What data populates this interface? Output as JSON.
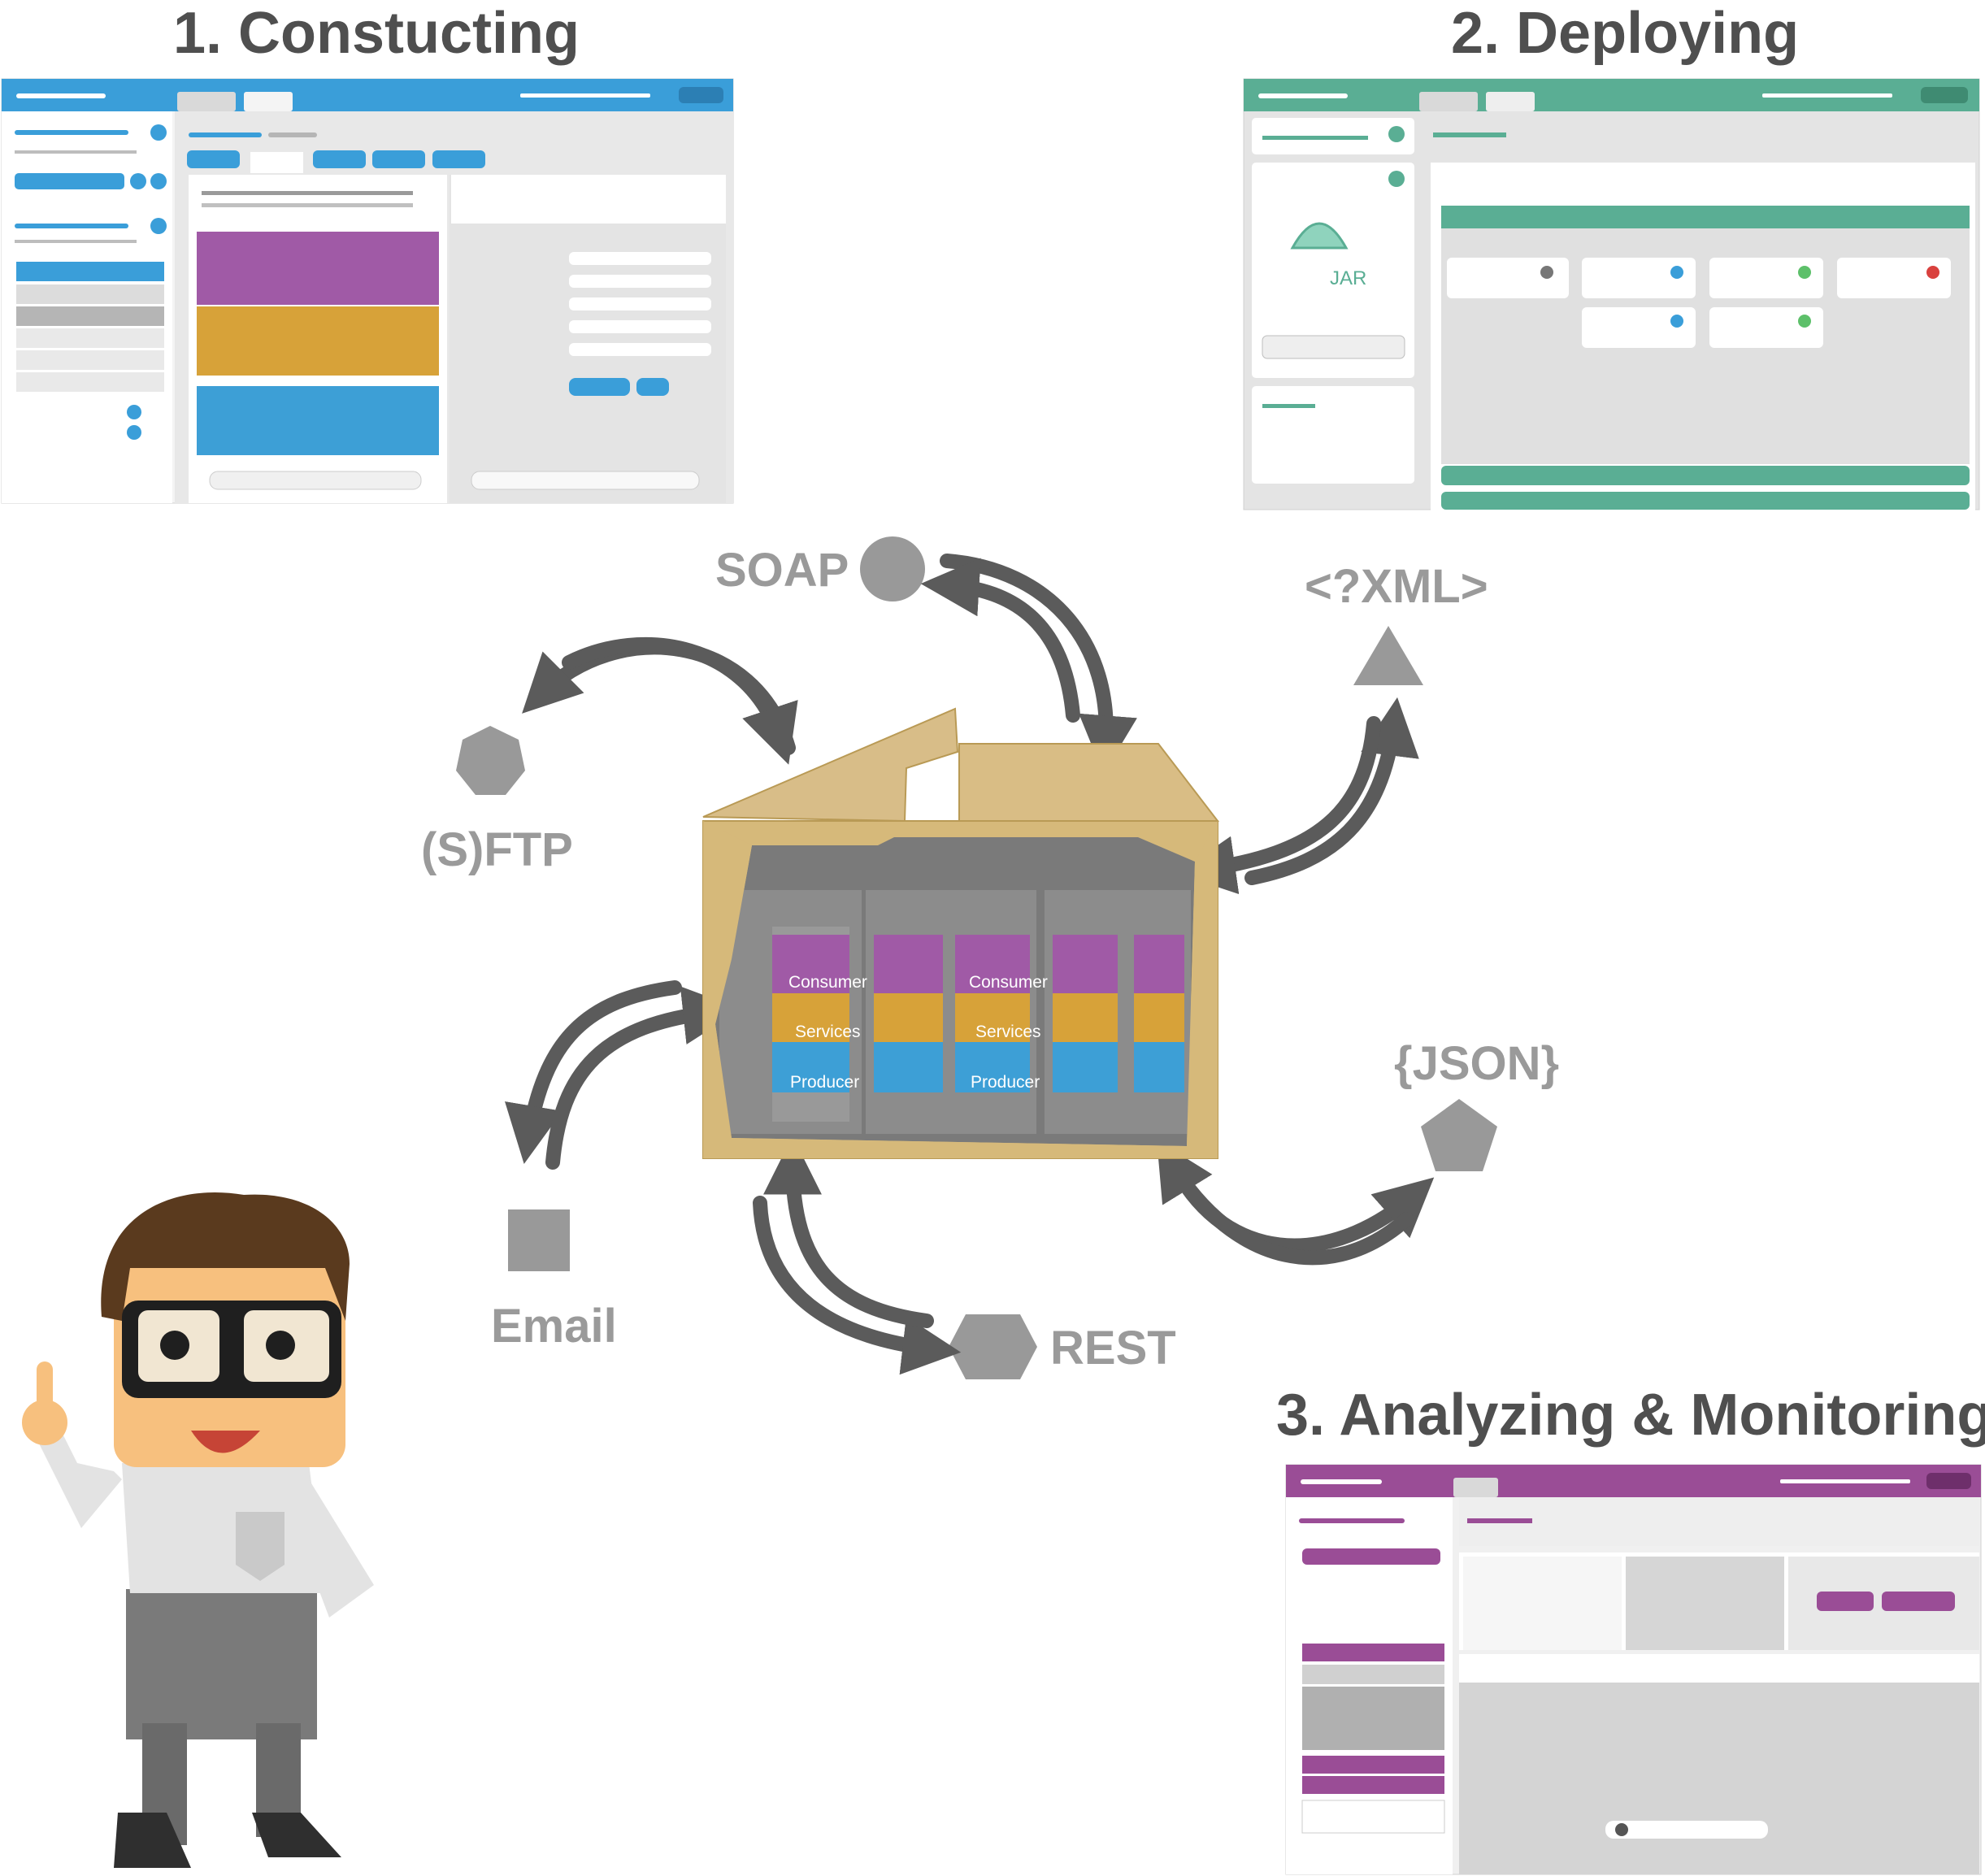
{
  "sections": {
    "constructing": "1. Constucting",
    "deploying": "2. Deploying",
    "analyzing": "3. Analyzing & Monitoring"
  },
  "protocols": {
    "soap": "SOAP",
    "xml": "<?XML>",
    "sftp": "(S)FTP",
    "json": "{JSON}",
    "email": "Email",
    "rest": "REST"
  },
  "box_cans": {
    "consumer": "Consumer",
    "services": "Services",
    "producer": "Producer"
  },
  "deploy_jar_label": "JAR",
  "colors": {
    "construct_accent": "#3a9ed9",
    "deploy_accent": "#5aae94",
    "analyze_accent": "#9a4d96",
    "can_purple": "#a05aa6",
    "can_orange": "#d7a239",
    "can_blue": "#3d9fd6",
    "box_tan": "#d6b97a",
    "arrow_gray": "#5b5b5b",
    "shape_gray": "#999999"
  }
}
